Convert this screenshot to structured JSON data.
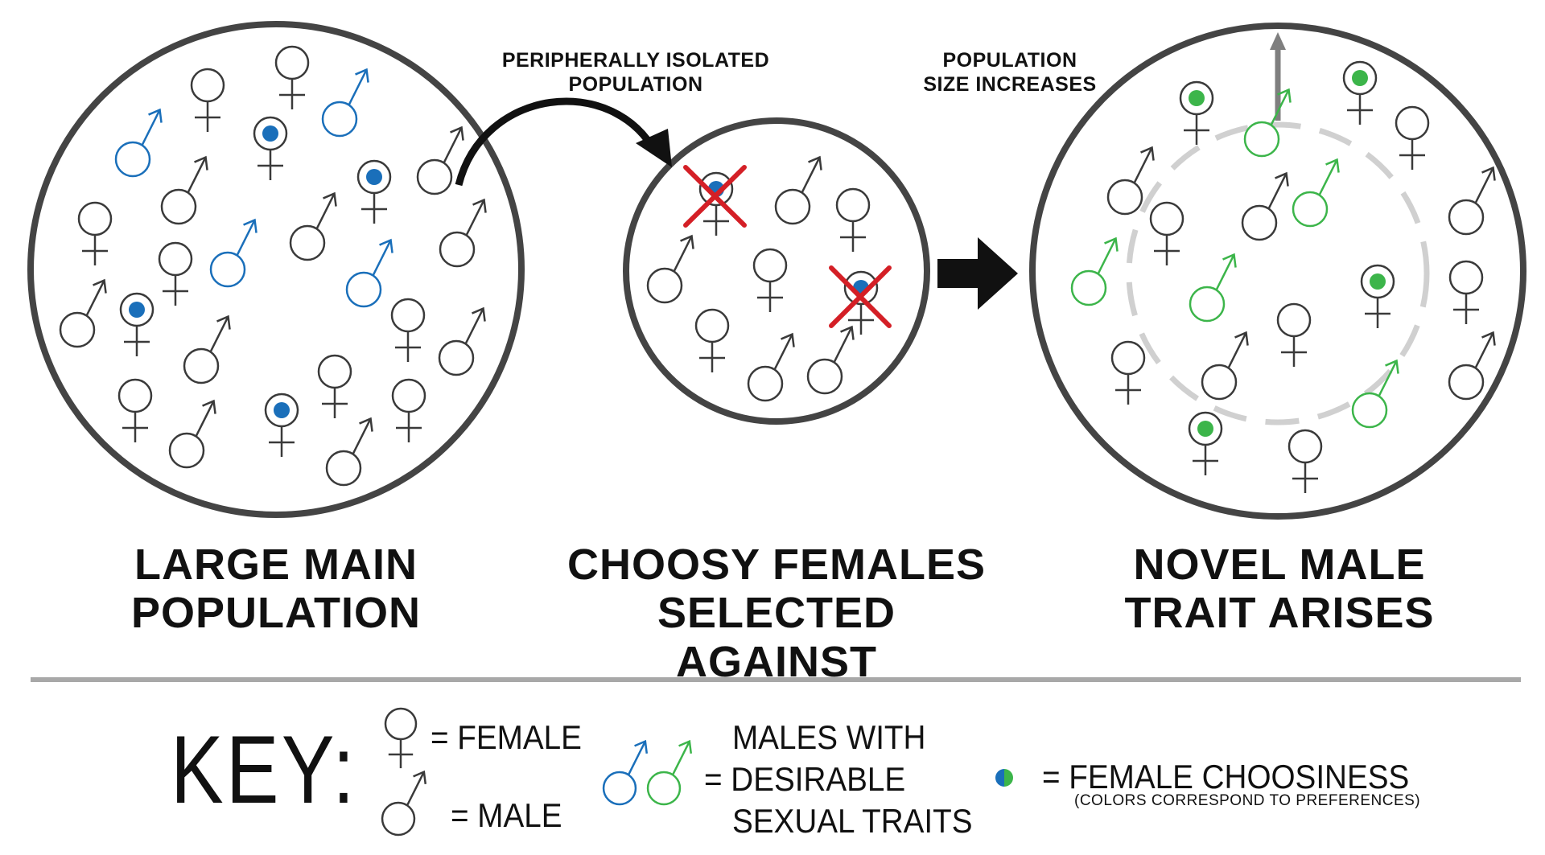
{
  "colors": {
    "outline": "#444444",
    "symbol_neutral": "#3a3a3a",
    "blue": "#1a6fba",
    "green": "#3cb54a",
    "cross": "#d41f26",
    "arrow_gray": "#7f7f7f",
    "dashed": "#d0d0d0",
    "divider": "#a8a8a8"
  },
  "panels": {
    "main": {
      "caption_line1": "LARGE MAIN",
      "caption_line2": "POPULATION"
    },
    "isolated": {
      "caption_line1": "CHOOSY FEMALES",
      "caption_line2": "SELECTED AGAINST"
    },
    "novel": {
      "caption_line1": "NOVEL MALE",
      "caption_line2": "TRAIT ARISES"
    }
  },
  "annotations": {
    "peripheral_line1": "PERIPHERALLY ISOLATED",
    "peripheral_line2": "POPULATION",
    "size_line1": "POPULATION",
    "size_line2": "SIZE INCREASES"
  },
  "key": {
    "title": "KEY:",
    "female_label": "= FEMALE",
    "male_label": "= MALE",
    "traits_line1": "MALES WITH",
    "traits_line2": "= DESIRABLE",
    "traits_line3": "SEXUAL TRAITS",
    "choosiness_label": "= FEMALE CHOOSINESS",
    "choosiness_note": "(COLORS CORRESPOND TO PREFERENCES)"
  },
  "symbol_types": [
    "female",
    "female-choosy-blue",
    "female-choosy-green",
    "male",
    "male-blue",
    "male-green"
  ]
}
